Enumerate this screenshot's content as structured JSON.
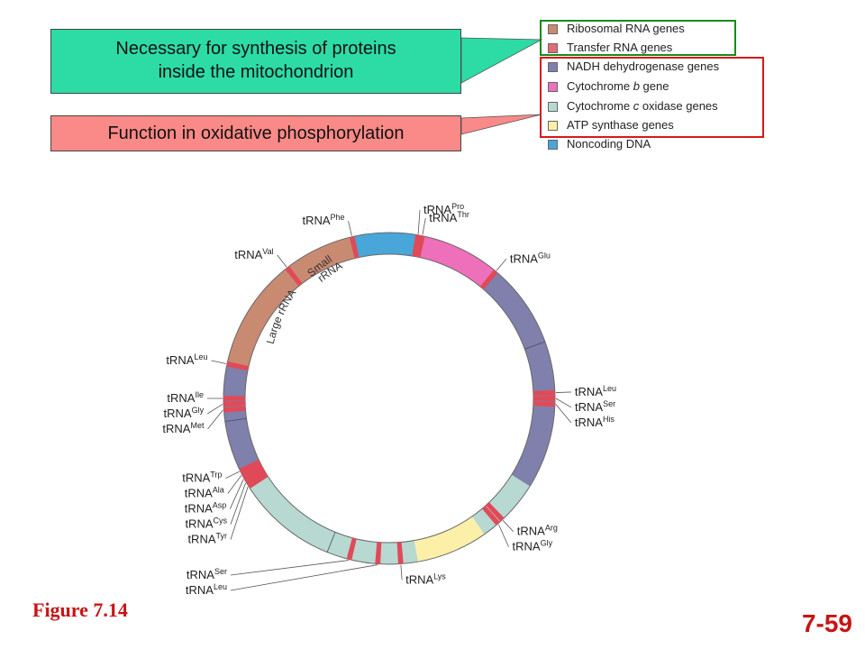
{
  "callouts": [
    {
      "lines": [
        "Necessary for synthesis of proteins",
        "inside the mitochondrion"
      ],
      "color": "#2cdca4"
    },
    {
      "lines": [
        "Function in oxidative phosphorylation"
      ],
      "color": "#fa8a88"
    }
  ],
  "legend": [
    {
      "label_pre": "Ribosomal RNA genes",
      "label_italic": "",
      "label_post": "",
      "color": "#c98a72"
    },
    {
      "label_pre": "Transfer RNA genes",
      "label_italic": "",
      "label_post": "",
      "color": "#e36b74"
    },
    {
      "label_pre": "NADH dehydrogenase genes",
      "label_italic": "",
      "label_post": "",
      "color": "#8080ac"
    },
    {
      "label_pre": "Cytochrome ",
      "label_italic": "b",
      "label_post": " gene",
      "color": "#ee6fba"
    },
    {
      "label_pre": "Cytochrome ",
      "label_italic": "c",
      "label_post": " oxidase genes",
      "color": "#b8d8d2"
    },
    {
      "label_pre": "ATP synthase genes",
      "label_italic": "",
      "label_post": "",
      "color": "#fcf0a8"
    },
    {
      "label_pre": "Noncoding DNA",
      "label_italic": "",
      "label_post": "",
      "color": "#48a6d8"
    }
  ],
  "segments": [
    {
      "from": -13,
      "to": 10,
      "type": "noncoding"
    },
    {
      "from": 10,
      "to": 40,
      "type": "cytb"
    },
    {
      "from": 40,
      "to": 122,
      "type": "nadh"
    },
    {
      "from": 122,
      "to": 145,
      "type": "cox"
    },
    {
      "from": 145,
      "to": 170,
      "type": "atp"
    },
    {
      "from": 170,
      "to": 238,
      "type": "cox"
    },
    {
      "from": 238,
      "to": 282,
      "type": "nadh"
    },
    {
      "from": 282,
      "to": 347,
      "type": "rrna"
    }
  ],
  "segment_colors": {
    "noncoding": "#48a6d8",
    "cytb": "#ee6fba",
    "nadh": "#8080ac",
    "cox": "#b8d8d2",
    "atp": "#fcf0a8",
    "rrna": "#c98a72",
    "trna": "#e04a58"
  },
  "trna_labels": [
    {
      "base": "tRNA",
      "sup": "Phe",
      "angle": -13
    },
    {
      "base": "tRNA",
      "sup": "Pro",
      "angle": 10
    },
    {
      "base": "tRNA",
      "sup": "Thr",
      "angle": 11.5
    },
    {
      "base": "tRNA",
      "sup": "Glu",
      "angle": 40
    },
    {
      "base": "tRNA",
      "sup": "Leu",
      "angle": 88
    },
    {
      "base": "tRNA",
      "sup": "Ser",
      "angle": 90
    },
    {
      "base": "tRNA",
      "sup": "His",
      "angle": 92
    },
    {
      "base": "tRNA",
      "sup": "Arg",
      "angle": 137
    },
    {
      "base": "tRNA",
      "sup": "Gly",
      "angle": 139
    },
    {
      "base": "tRNA",
      "sup": "Lys",
      "angle": 176
    },
    {
      "base": "tRNA",
      "sup": "Leu",
      "angle": 184
    },
    {
      "base": "tRNA",
      "sup": "Ser",
      "angle": 194
    },
    {
      "base": "tRNA",
      "sup": "Tyr",
      "angle": 238
    },
    {
      "base": "tRNA",
      "sup": "Cys",
      "angle": 239.5
    },
    {
      "base": "tRNA",
      "sup": "Asp",
      "angle": 241
    },
    {
      "base": "tRNA",
      "sup": "Ala",
      "angle": 242.5
    },
    {
      "base": "tRNA",
      "sup": "Trp",
      "angle": 244
    },
    {
      "base": "tRNA",
      "sup": "Met",
      "angle": 266
    },
    {
      "base": "tRNA",
      "sup": "Gly",
      "angle": 268
    },
    {
      "base": "tRNA",
      "sup": "Ile",
      "angle": 270
    },
    {
      "base": "tRNA",
      "sup": "Leu",
      "angle": 282
    },
    {
      "base": "tRNA",
      "sup": "Val",
      "angle": 322
    }
  ],
  "rrna_labels": [
    "Large rRNA",
    "Small",
    "rRNA"
  ],
  "figure_label": "Figure 7.14",
  "page_number": "7-59"
}
